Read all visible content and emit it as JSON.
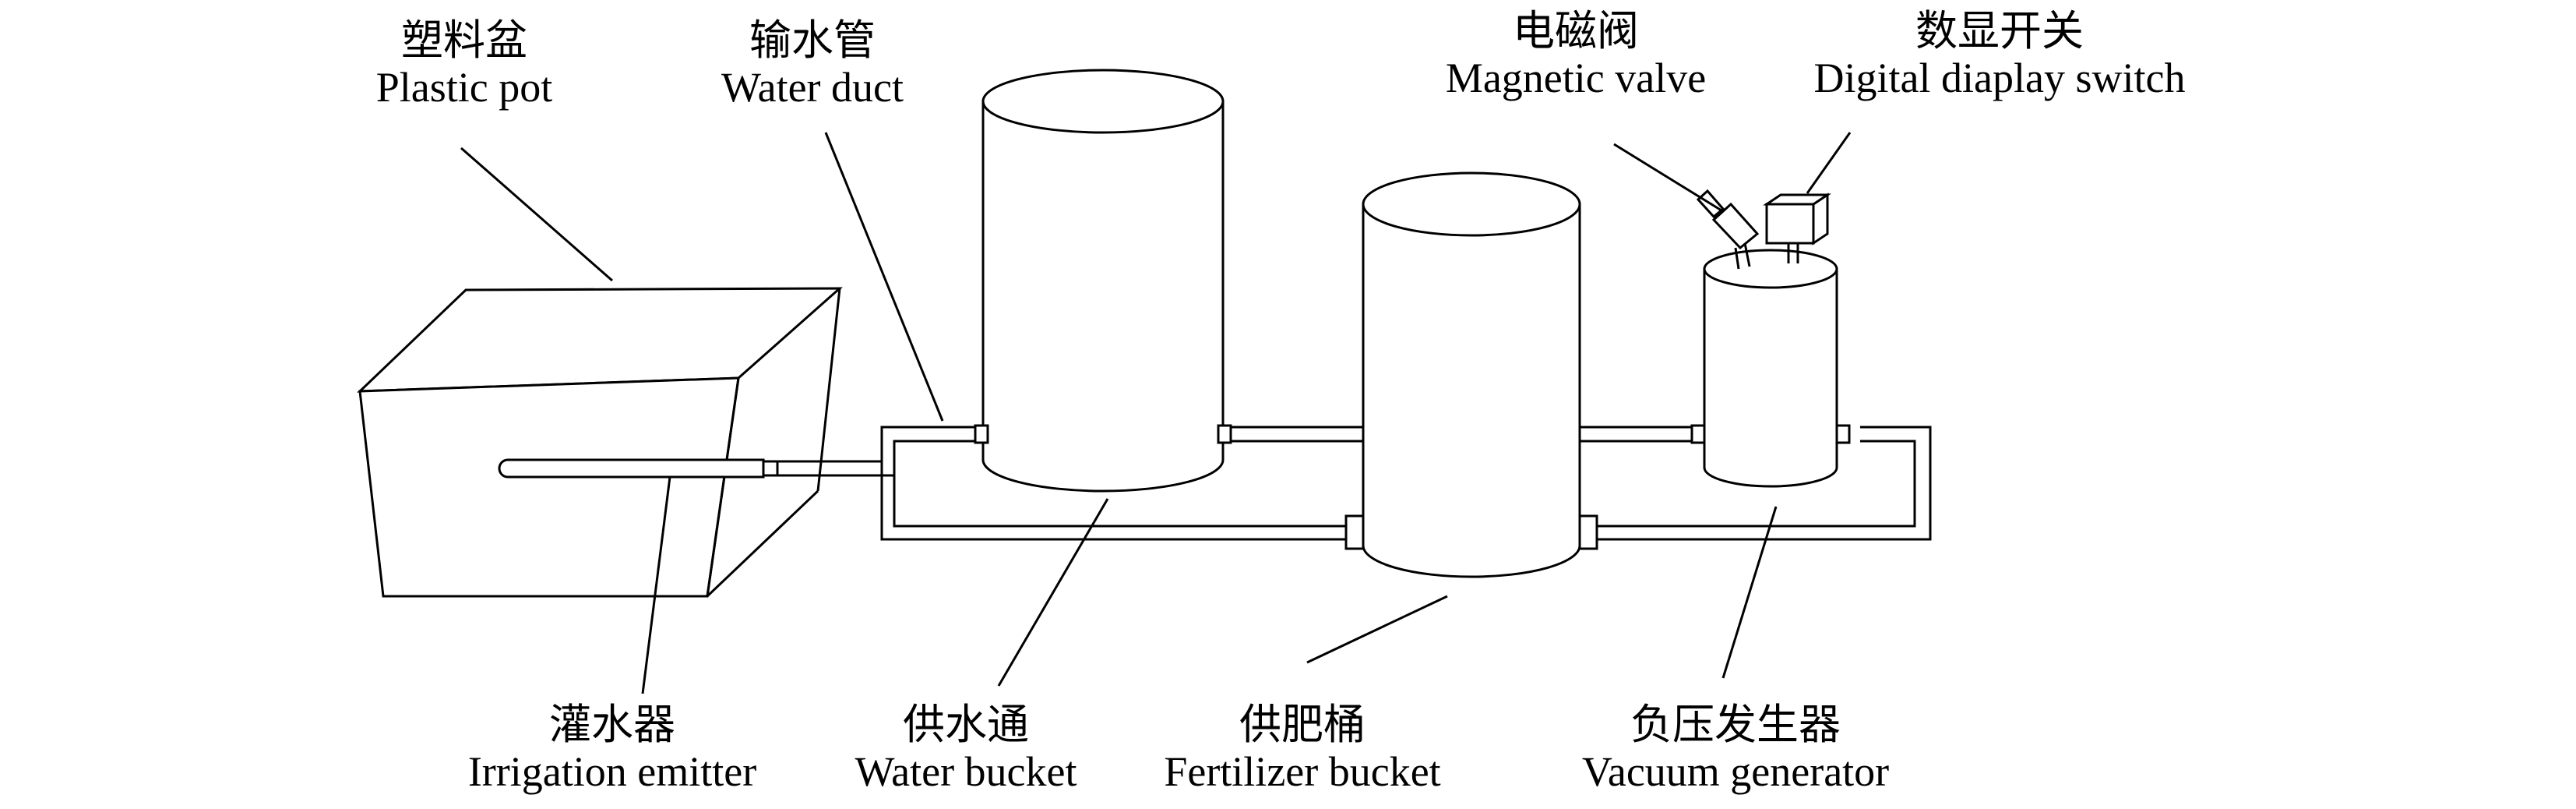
{
  "labels": {
    "plastic_pot": {
      "zh": "塑料盆",
      "en": "Plastic pot"
    },
    "water_duct": {
      "zh": "输水管",
      "en": "Water duct"
    },
    "magnetic_valve": {
      "zh": "电磁阀",
      "en": "Magnetic valve"
    },
    "digital_switch": {
      "zh": "数显开关",
      "en": "Digital diaplay switch"
    },
    "irrigation_emitter": {
      "zh": "灌水器",
      "en": "Irrigation emitter"
    },
    "water_bucket": {
      "zh": "供水通",
      "en": "Water bucket"
    },
    "fertilizer_bucket": {
      "zh": "供肥桶",
      "en": "Fertilizer bucket"
    },
    "vacuum_generator": {
      "zh": "负压发生器",
      "en": "Vacuum generator"
    }
  },
  "colors": {
    "stroke": "#000000",
    "background": "#ffffff"
  }
}
